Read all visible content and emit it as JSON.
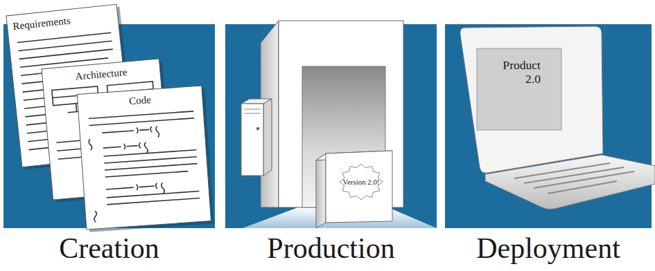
{
  "diagram": {
    "nodes": [
      {
        "text": [
          "Creation"
        ]
      },
      {
        "text": [
          "Requirements"
        ],
        "in": 0
      },
      {
        "text": [
          "Architecture"
        ],
        "in": 0
      },
      {
        "text": [
          "Code"
        ],
        "in": 0
      },
      {
        "text": [
          "Production"
        ]
      },
      {
        "text": [
          "Version 2.0!"
        ],
        "in": 4
      },
      {
        "text": [
          "Deployment"
        ]
      },
      {
        "text": [
          "Product 2.0"
        ],
        "in": 6
      }
    ]
  }
}
